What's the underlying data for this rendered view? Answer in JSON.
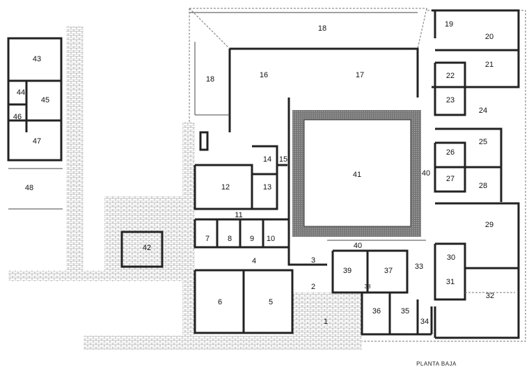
{
  "plan": {
    "caption": "PLANTA BAJA",
    "rooms": [
      "1",
      "2",
      "3",
      "4",
      "5",
      "6",
      "7",
      "8",
      "9",
      "10",
      "11",
      "12",
      "13",
      "14",
      "15",
      "16",
      "17",
      "18",
      "18",
      "19",
      "20",
      "21",
      "22",
      "23",
      "24",
      "25",
      "26",
      "27",
      "28",
      "29",
      "30",
      "31",
      "32",
      "33",
      "34",
      "35",
      "36",
      "37",
      "38",
      "39",
      "40",
      "40",
      "41",
      "42",
      "43",
      "44",
      "45",
      "46",
      "47",
      "48"
    ]
  },
  "colors": {
    "wall": "#222222",
    "hatch": "#888888",
    "background": "#ffffff"
  }
}
